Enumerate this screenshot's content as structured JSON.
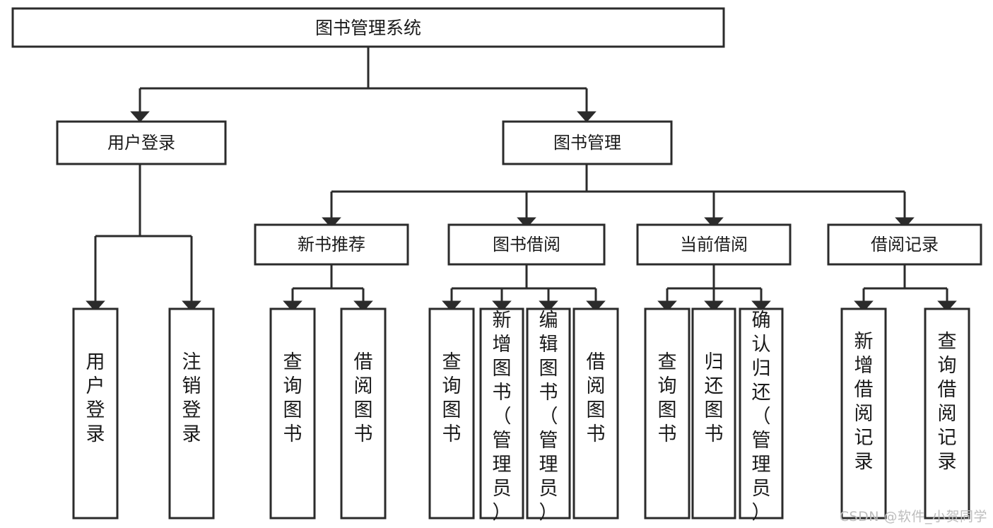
{
  "diagram": {
    "title": "图书管理系统",
    "type": "hierarchy-tree",
    "root": {
      "id": "root",
      "label": "图书管理系统"
    },
    "level1": [
      {
        "id": "user-login",
        "label": "用户登录"
      },
      {
        "id": "book-manage",
        "label": "图书管理"
      }
    ],
    "level2": [
      {
        "id": "new-book-rec",
        "label": "新书推荐",
        "parent": "book-manage"
      },
      {
        "id": "book-borrow",
        "label": "图书借阅",
        "parent": "book-manage"
      },
      {
        "id": "current-borrow",
        "label": "当前借阅",
        "parent": "book-manage"
      },
      {
        "id": "borrow-record",
        "label": "借阅记录",
        "parent": "book-manage"
      }
    ],
    "leaves": [
      {
        "id": "leaf-user-login",
        "label": "用户登录",
        "parent": "user-login"
      },
      {
        "id": "leaf-logout",
        "label": "注销登录",
        "parent": "user-login"
      },
      {
        "id": "leaf-query-book-rec",
        "label": "查询图书",
        "parent": "new-book-rec"
      },
      {
        "id": "leaf-borrow-book-rec",
        "label": "借阅图书",
        "parent": "new-book-rec"
      },
      {
        "id": "leaf-query-book-bb",
        "label": "查询图书",
        "parent": "book-borrow"
      },
      {
        "id": "leaf-add-book",
        "label": "新增图书（管理员）",
        "parent": "book-borrow"
      },
      {
        "id": "leaf-edit-book",
        "label": "编辑图书（管理员）",
        "parent": "book-borrow"
      },
      {
        "id": "leaf-borrow-book-bb",
        "label": "借阅图书",
        "parent": "book-borrow"
      },
      {
        "id": "leaf-query-book-cb",
        "label": "查询图书",
        "parent": "current-borrow"
      },
      {
        "id": "leaf-return-book",
        "label": "归还图书",
        "parent": "current-borrow"
      },
      {
        "id": "leaf-confirm-return",
        "label": "确认归还（管理员）",
        "parent": "current-borrow"
      },
      {
        "id": "leaf-add-record",
        "label": "新增借阅记录",
        "parent": "borrow-record"
      },
      {
        "id": "leaf-query-record",
        "label": "查询借阅记录",
        "parent": "borrow-record"
      }
    ],
    "colors": {
      "stroke": "#2b2b2b",
      "fill": "#ffffff",
      "text": "#1a1a1a",
      "watermark": "#bdbdbd",
      "background": "#ffffff"
    }
  },
  "watermark": {
    "text": "CSDN @软件_小贺同学"
  }
}
